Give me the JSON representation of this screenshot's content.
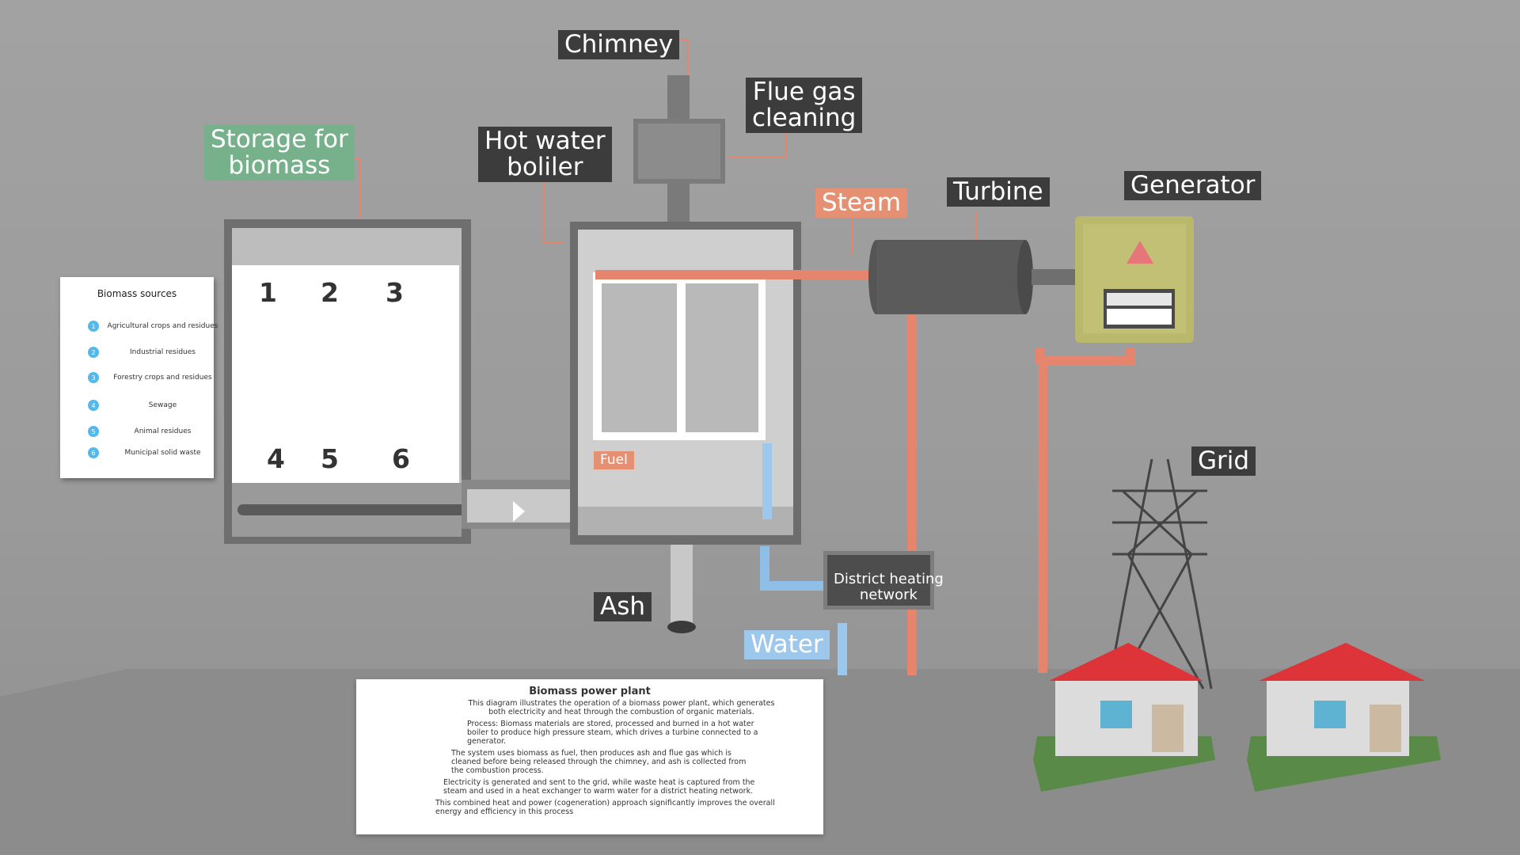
{
  "labels": {
    "chimney": "Chimney",
    "flue_gas": "Flue gas\ncleaning",
    "storage": "Storage for\nbiomass",
    "boiler": "Hot water\nboliler",
    "steam": "Steam",
    "turbine": "Turbine",
    "generator": "Generator",
    "fuel": "Fuel",
    "ash": "Ash",
    "water": "Water",
    "district_heating": "District heating\nnetwork",
    "grid": "Grid"
  },
  "storage_numbers": [
    "1",
    "2",
    "3",
    "4",
    "5",
    "6"
  ],
  "biomass_sources": {
    "title": "Biomass sources",
    "items": [
      {
        "n": "1",
        "text": "Agricultural crops and residues"
      },
      {
        "n": "2",
        "text": "Industrial residues"
      },
      {
        "n": "3",
        "text": "Forestry crops and residues"
      },
      {
        "n": "4",
        "text": "Sewage"
      },
      {
        "n": "5",
        "text": "Animal residues"
      },
      {
        "n": "6",
        "text": "Municipal solid waste"
      }
    ]
  },
  "paper": {
    "title": "Biomass power plant",
    "intro": "This diagram illustrates the operation of a biomass power plant, which generates both electricity and heat through the combustion of organic materials.",
    "b1": "Process: Biomass materials are stored, processed and burned in a hot water boiler to produce high pressure steam, which drives a turbine connected to a generator.",
    "b2": "The system uses biomass as fuel, then produces ash and flue gas which is cleaned before being released through the chimney, and ash is collected from the combustion process.",
    "b3": "Electricity is generated and sent to the grid, while waste heat is captured from the steam and used in a heat exchanger to warm water for a district heating network.",
    "b4": "This combined heat and power (cogeneration) approach significantly improves the overall energy and efficiency in this process"
  },
  "colors": {
    "steam_pipe": "#e5856d",
    "water_pipe": "#8fbfe8",
    "flame": "#f26a2e",
    "pellet": "#4db34a",
    "roof": "#e0353b"
  }
}
